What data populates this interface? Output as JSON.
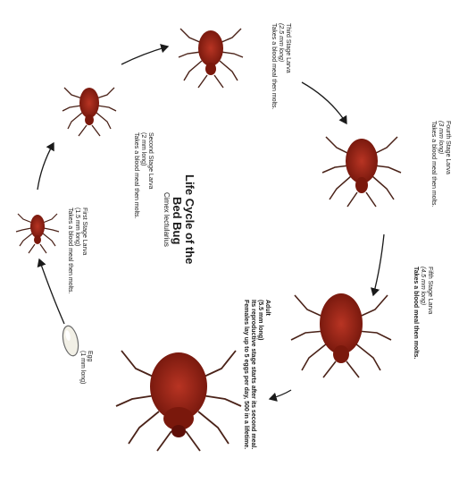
{
  "title": {
    "line1": "Life Cycle of the",
    "line2": "Bed Bug",
    "scientific": "Cimex lectularius"
  },
  "stages": {
    "egg": {
      "name": "Egg",
      "size": "(1 mm long)"
    },
    "first": {
      "name": "First Stage Larva",
      "size": "(1.5 mm long)",
      "note": "Takes a blood meal then molts."
    },
    "second": {
      "name": "Second Stage Larva",
      "size": "(2 mm long)",
      "note": "Takes a blood meal then molts."
    },
    "third": {
      "name": "Third Stage Larva",
      "size": "(2.5 mm long)",
      "note": "Takes a blood meal then molts."
    },
    "fourth": {
      "name": "Fourth Stage Larva",
      "size": "(3 mm long)",
      "note": "Takes a blood meal then molts."
    },
    "fifth": {
      "name": "Fifth Stage Larva",
      "size": "(4.5 mm long)",
      "note": "Takes a blood meal then molts."
    },
    "adult": {
      "name": "Adult",
      "size": "(5.5 mm long)",
      "note1": "Its reproductive stage starts after its second meal.",
      "note2": "Females lay up to 5 eggs per day, 500 in a lifetime."
    }
  },
  "colors": {
    "bug_body": "#9a1f12",
    "bug_dark": "#5e0f08",
    "bug_legs": "#4a2218",
    "ink": "#1a1a1a"
  }
}
